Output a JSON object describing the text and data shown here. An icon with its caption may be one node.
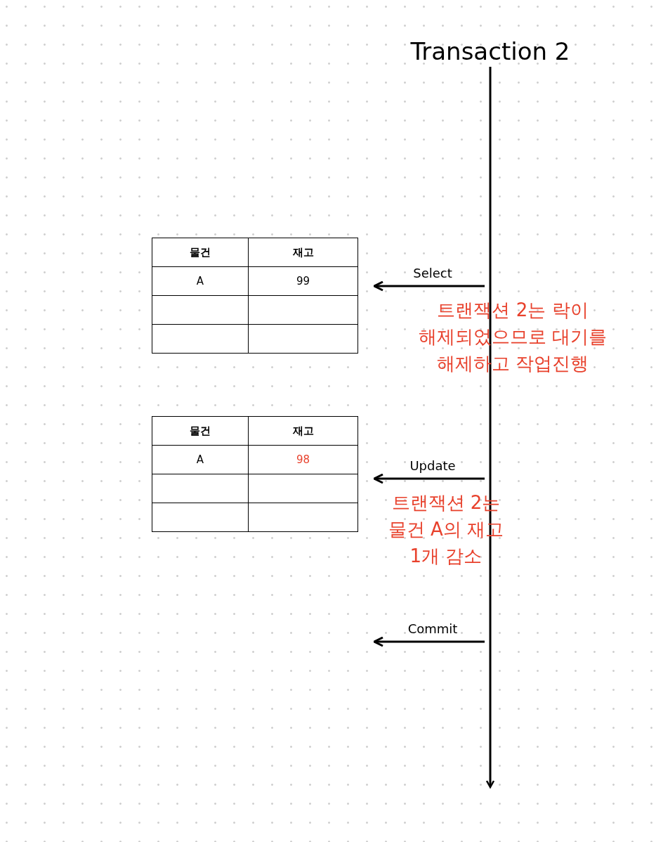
{
  "diagram": {
    "nodes": [
      {
        "text": [
          "Transaction 2"
        ]
      },
      {
        "text": [],
        "shape": "bar"
      }
    ],
    "edges": [
      {
        "from": 1,
        "to": null,
        "arrow": "to",
        "label": "Select"
      },
      {
        "from": 1,
        "to": null,
        "arrow": "to",
        "label": "Update"
      },
      {
        "from": 1,
        "to": null,
        "arrow": "to",
        "label": "Commit"
      }
    ],
    "labels": [
      "물건",
      "재고",
      "A",
      "99",
      "트랜잭션 2는 락이 해제되었으므로 대기를 해제하고 작업진행",
      "물건",
      "재고",
      "A",
      "98",
      "트랜잭션 2는 물건 A의 재고 1개 감소"
    ]
  }
}
